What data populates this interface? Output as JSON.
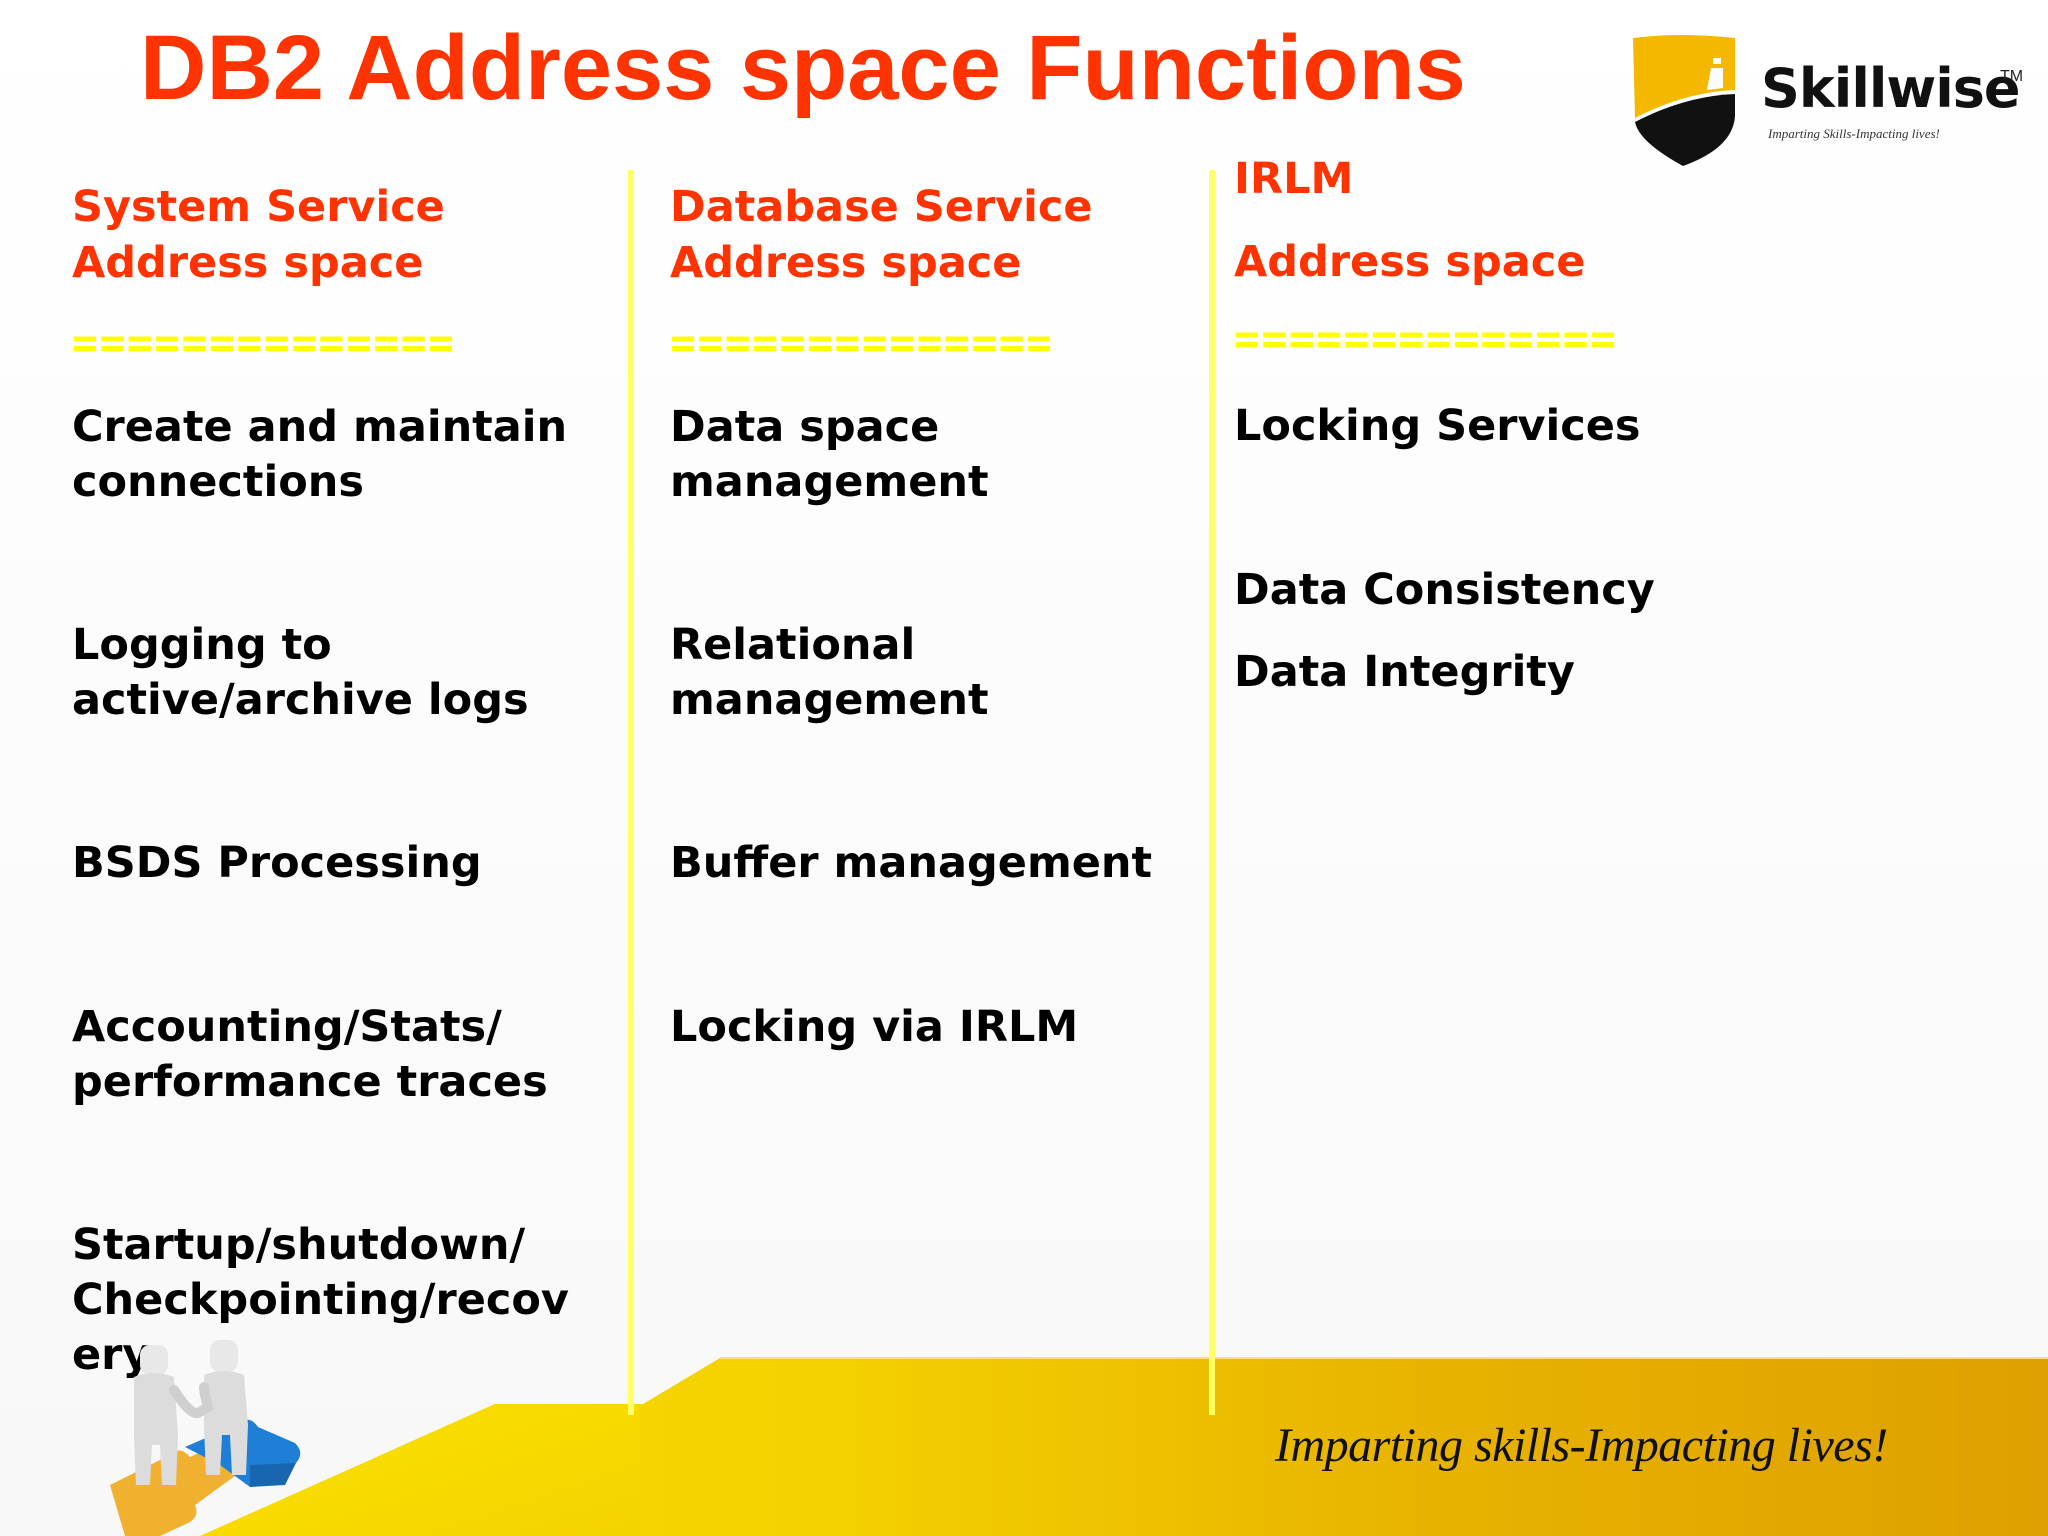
{
  "slide": {
    "title": "DB2 Address space Functions",
    "colors": {
      "title": "#ff3300",
      "heading": "#ff3300",
      "separator": "#ffff00",
      "divider": "#ffff66",
      "body_text": "#000000",
      "footer_band_start": "#f7d600",
      "footer_band_end": "#dea000"
    }
  },
  "logo": {
    "brand": "Skillwise",
    "trademark": "TM",
    "tagline": "Imparting Skills-Impacting lives!",
    "icon": "shield-logo-icon"
  },
  "columns": [
    {
      "heading_line1": "System Service",
      "heading_line2": "Address space",
      "separator": "==============",
      "items": [
        "Create and maintain\nconnections",
        "Logging to\nactive/archive logs",
        "BSDS Processing",
        "Accounting/Stats/\nperformance traces",
        "Startup/shutdown/\nCheckpointing/recov\nery"
      ]
    },
    {
      "heading_line1": "Database Service",
      "heading_line2": "Address space",
      "separator": "==============",
      "items": [
        "Data space\nmanagement",
        "Relational\nmanagement",
        "Buffer management",
        "Locking via IRLM"
      ]
    },
    {
      "heading_line1": "IRLM",
      "heading_line2": "Address space",
      "separator": "==============",
      "items": [
        "Locking Services",
        "Data Consistency",
        "Data Integrity"
      ]
    }
  ],
  "footer": {
    "tagline": "Imparting skills-Impacting lives!",
    "illustration": "handshake-puzzle-illustration"
  }
}
